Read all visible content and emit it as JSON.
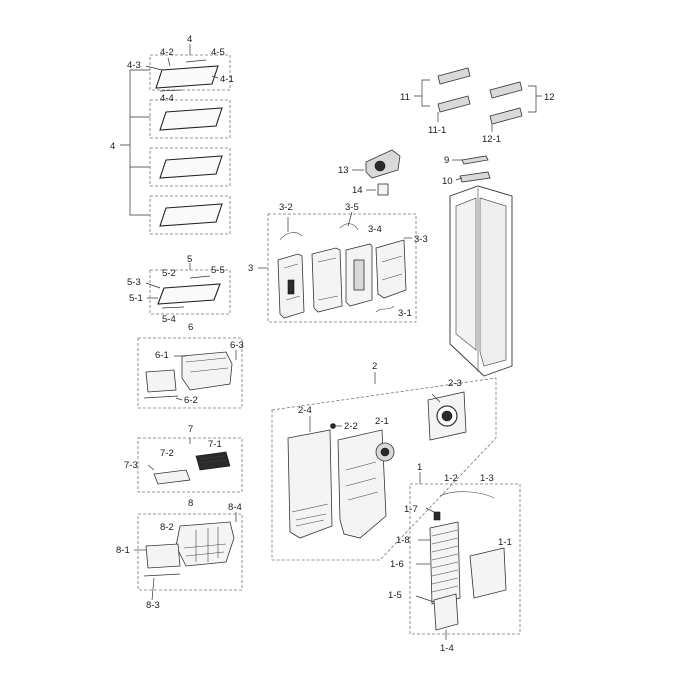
{
  "callouts": {
    "c4_top": "4",
    "c4_2": "4-2",
    "c4_5": "4-5",
    "c4_3": "4-3",
    "c4_1": "4-1",
    "c4_4": "4-4",
    "c4_left": "4",
    "c5": "5",
    "c5_2": "5-2",
    "c5_5": "5-5",
    "c5_3": "5-3",
    "c5_1": "5-1",
    "c5_4": "5-4",
    "c6": "6",
    "c6_1": "6-1",
    "c6_3": "6-3",
    "c6_2": "6-2",
    "c7": "7",
    "c7_1": "7-1",
    "c7_2": "7-2",
    "c7_3": "7-3",
    "c8": "8",
    "c8_4": "8-4",
    "c8_2": "8-2",
    "c8_1": "8-1",
    "c8_3": "8-3",
    "c11": "11",
    "c11_1": "11-1",
    "c12": "12",
    "c12_1": "12-1",
    "c13": "13",
    "c14": "14",
    "c9": "9",
    "c10": "10",
    "c3": "3",
    "c3_2": "3-2",
    "c3_5": "3-5",
    "c3_4": "3-4",
    "c3_3": "3-3",
    "c3_1": "3-1",
    "c2": "2",
    "c2_3": "2-3",
    "c2_4": "2-4",
    "c2_2": "2-2",
    "c2_1": "2-1",
    "c1": "1",
    "c1_2": "1-2",
    "c1_3": "1-3",
    "c1_7": "1-7",
    "c1_8": "1-8",
    "c1_1": "1-1",
    "c1_6": "1-6",
    "c1_5": "1-5",
    "c1_4": "1-4"
  }
}
